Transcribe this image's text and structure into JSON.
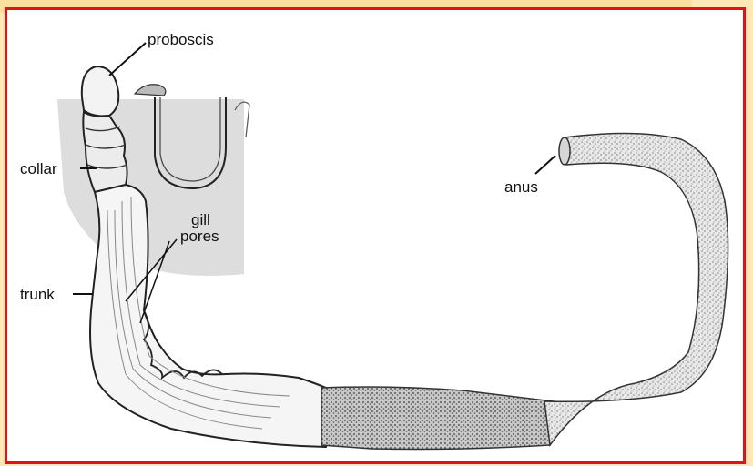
{
  "labels": {
    "proboscis": "proboscis",
    "collar": "collar",
    "gill_line1": "gill",
    "gill_line2": "pores",
    "trunk": "trunk",
    "anus": "anus"
  },
  "colors": {
    "border": "#e81010",
    "background": "#fde9b6",
    "burrow_shading": "#d9d9d9"
  }
}
